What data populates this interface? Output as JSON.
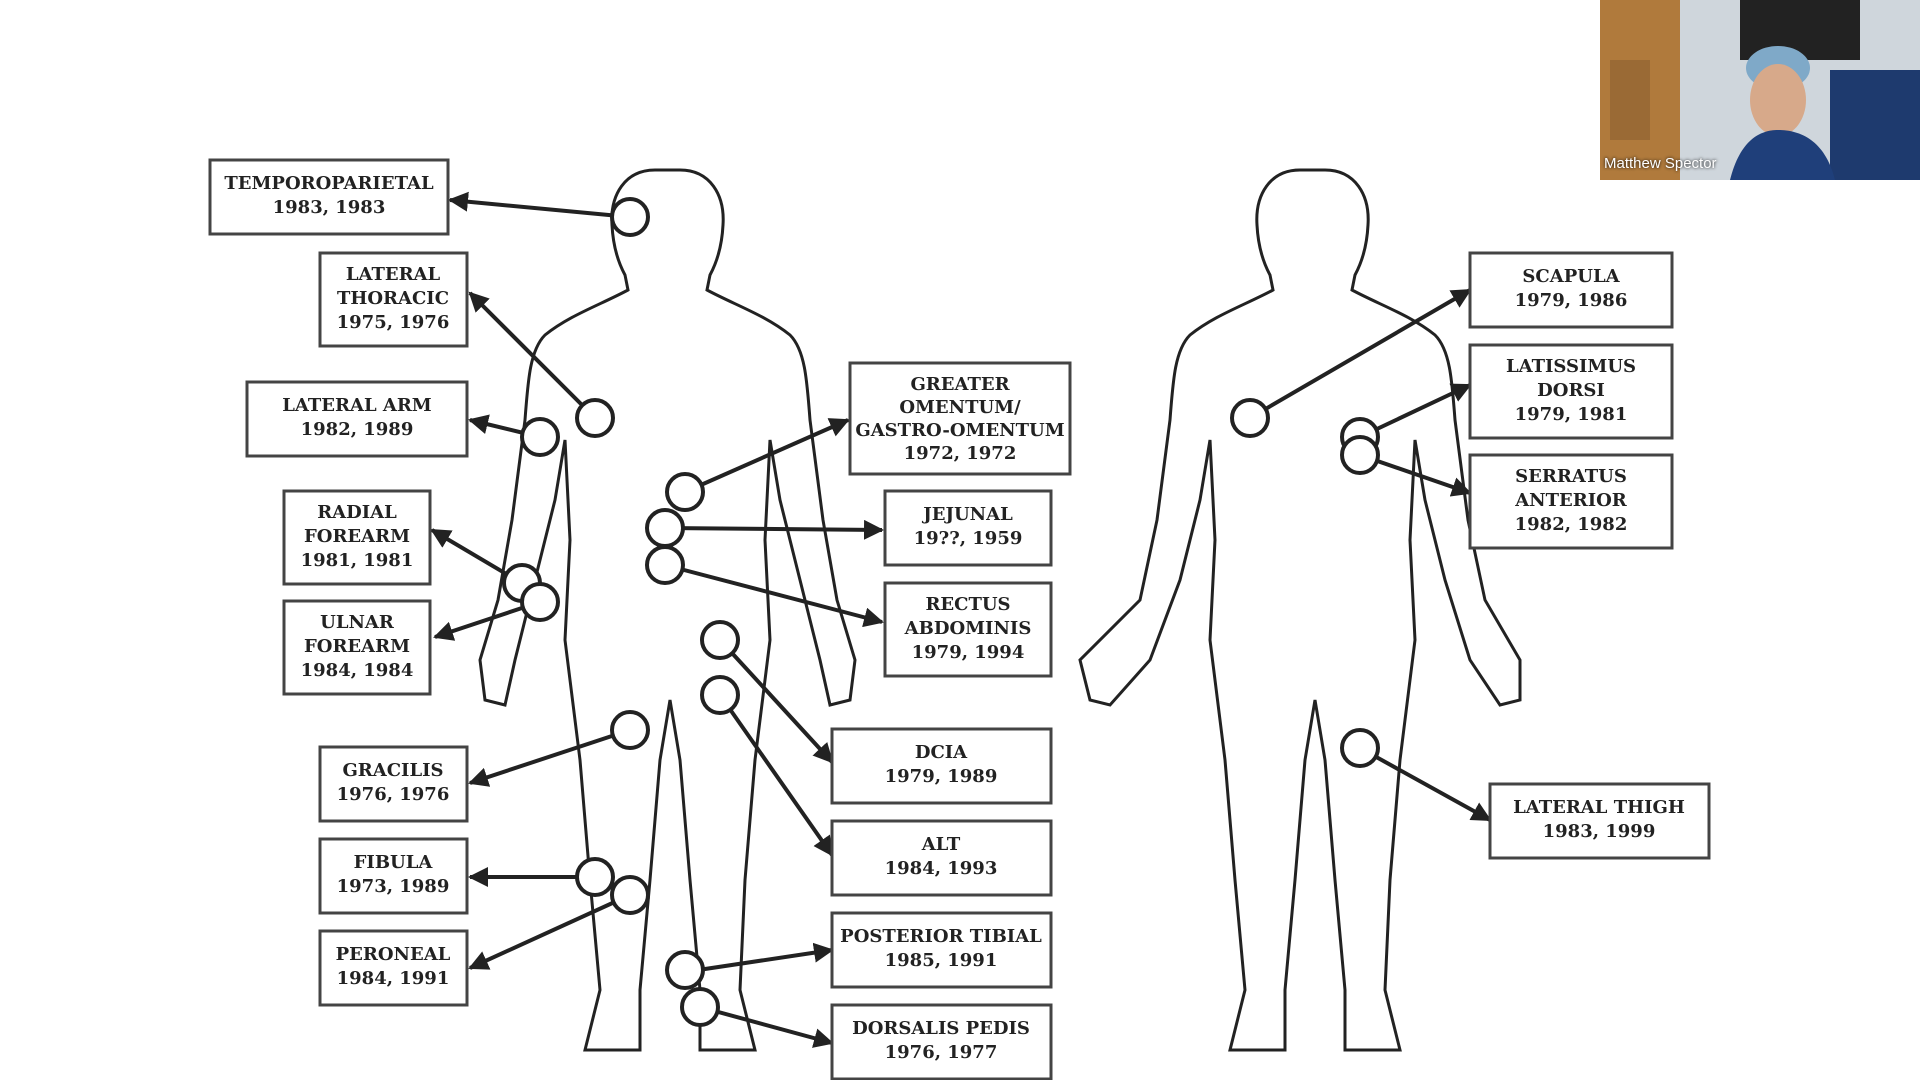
{
  "figure": {
    "labels": {
      "temporoparietal": [
        "TEMPOROPARIETAL",
        "1983, 1983"
      ],
      "lateral_thoracic": [
        "LATERAL",
        "THORACIC",
        "1975, 1976"
      ],
      "lateral_arm": [
        "LATERAL ARM",
        "1982, 1989"
      ],
      "radial_forearm": [
        "RADIAL",
        "FOREARM",
        "1981, 1981"
      ],
      "ulnar_forearm": [
        "ULNAR",
        "FOREARM",
        "1984, 1984"
      ],
      "gracilis": [
        "GRACILIS",
        "1976, 1976"
      ],
      "fibula": [
        "FIBULA",
        "1973, 1989"
      ],
      "peroneal": [
        "PERONEAL",
        "1984, 1991"
      ],
      "greater_omentum": [
        "GREATER",
        "OMENTUM/",
        "GASTRO-OMENTUM",
        "1972, 1972"
      ],
      "jejunal": [
        "JEJUNAL",
        "19??, 1959"
      ],
      "rectus_abdominis": [
        "RECTUS",
        "ABDOMINIS",
        "1979, 1994"
      ],
      "dcia": [
        "DCIA",
        "1979, 1989"
      ],
      "alt": [
        "ALT",
        "1984, 1993"
      ],
      "posterior_tibial": [
        "POSTERIOR TIBIAL",
        "1985, 1991"
      ],
      "dorsalis_pedis": [
        "DORSALIS PEDIS",
        "1976, 1977"
      ],
      "scapula": [
        "SCAPULA",
        "1979, 1986"
      ],
      "latissimus_dorsi": [
        "LATISSIMUS",
        "DORSI",
        "1979, 1981"
      ],
      "serratus_anterior": [
        "SERRATUS",
        "ANTERIOR",
        "1982, 1982"
      ],
      "lateral_thigh": [
        "LATERAL THIGH",
        "1983, 1999"
      ]
    }
  },
  "video": {
    "participant_name": "Matthew Spector"
  },
  "colors": {
    "ink": "#222222",
    "background": "#ffffff"
  }
}
